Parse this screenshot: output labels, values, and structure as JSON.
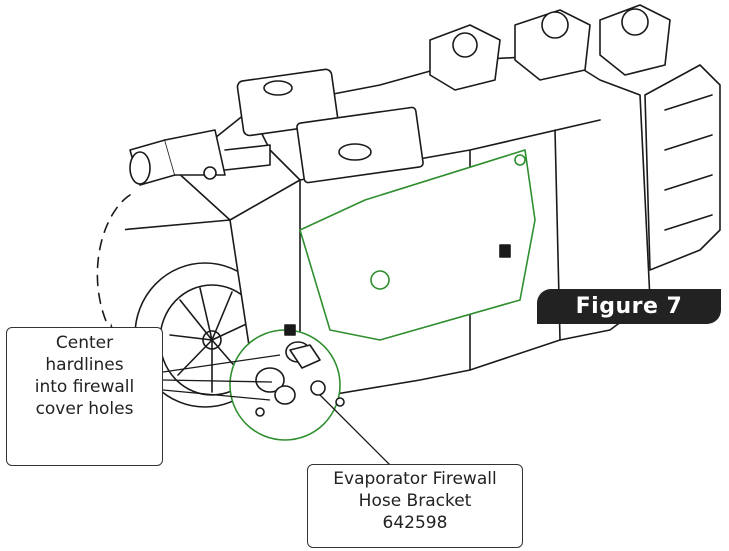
{
  "figure_label": "Figure 7",
  "callouts": {
    "left": {
      "lines": [
        "Center",
        "hardlines",
        "into firewall",
        "cover holes"
      ]
    },
    "bottom": {
      "lines": [
        "Evaporator Firewall",
        "Hose Bracket",
        "642598"
      ]
    }
  },
  "colors": {
    "bracket_outline": "#2f8f2f",
    "line": "#1a1a1a",
    "badge_bg": "#222222",
    "badge_text": "#ffffff"
  }
}
